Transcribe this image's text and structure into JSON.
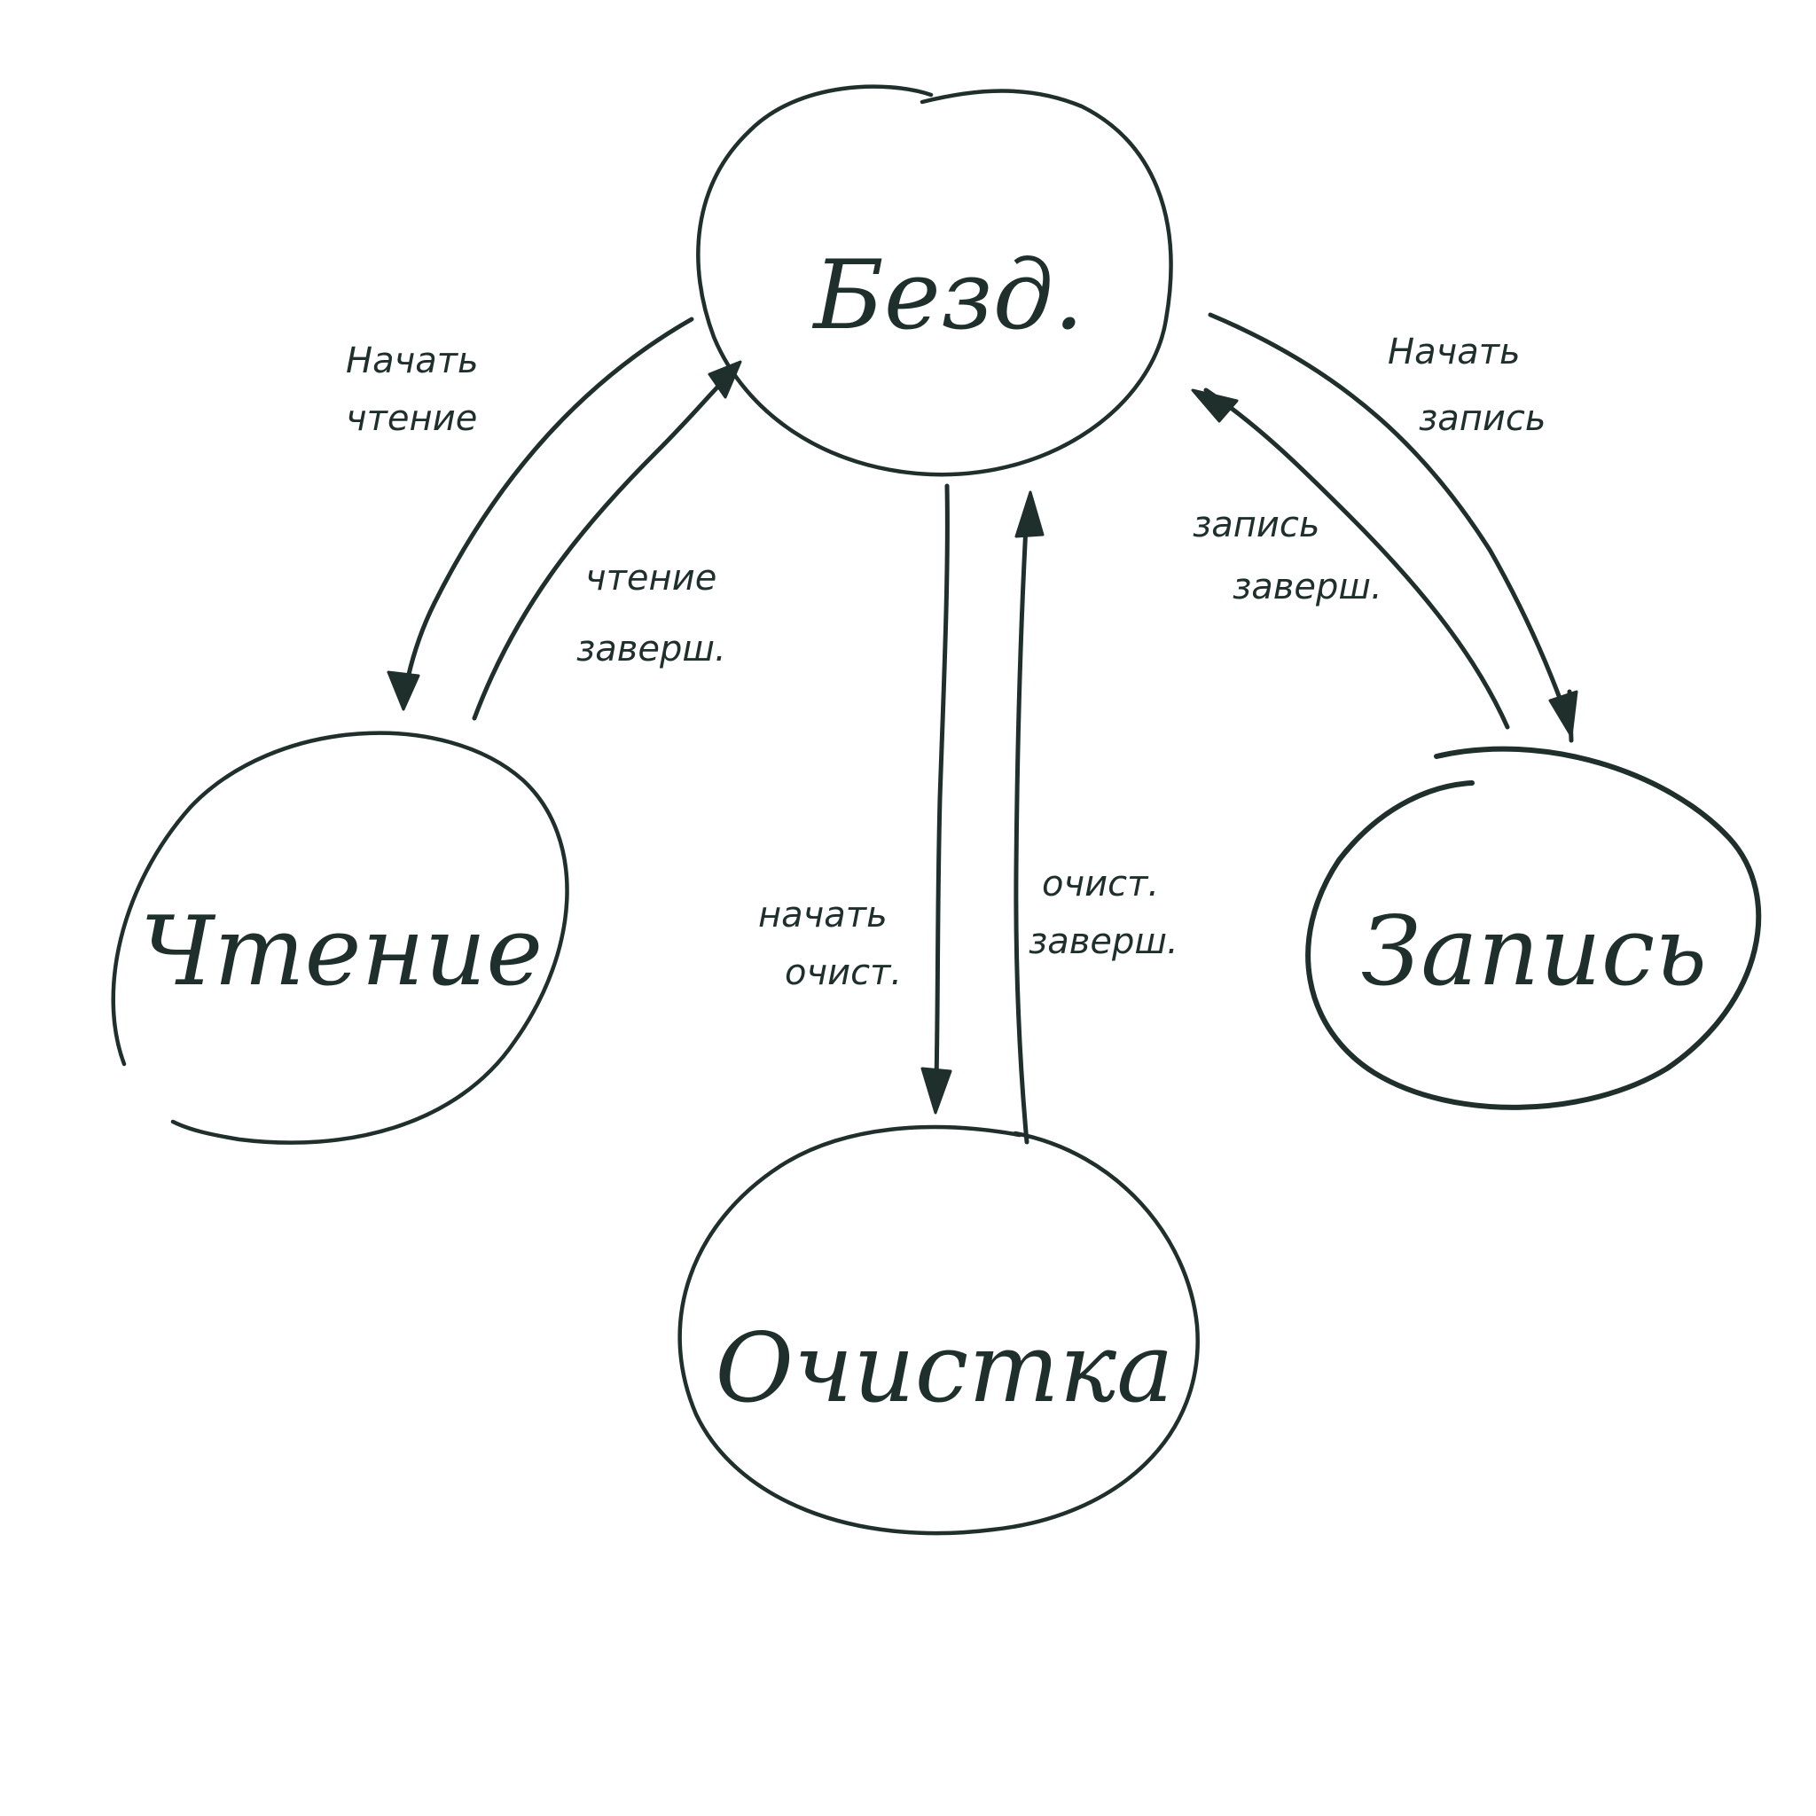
{
  "colors": {
    "ink": "#1f2f2c",
    "background": "#ffffff"
  },
  "nodes": {
    "idle": {
      "label": "Безд."
    },
    "reading": {
      "label": "Чтение"
    },
    "writing": {
      "label": "Запись"
    },
    "cleaning": {
      "label": "Очистка"
    }
  },
  "edges": {
    "start_read": {
      "line1": "Начать",
      "line2": "чтение"
    },
    "read_done": {
      "line1": "чтение",
      "line2": "заверш."
    },
    "start_write": {
      "line1": "Начать",
      "line2": "запись"
    },
    "write_done": {
      "line1": "запись",
      "line2": "заверш."
    },
    "start_clean": {
      "line1": "начать",
      "line2": "очист."
    },
    "clean_done": {
      "line1": "очист.",
      "line2": "заверш."
    }
  }
}
